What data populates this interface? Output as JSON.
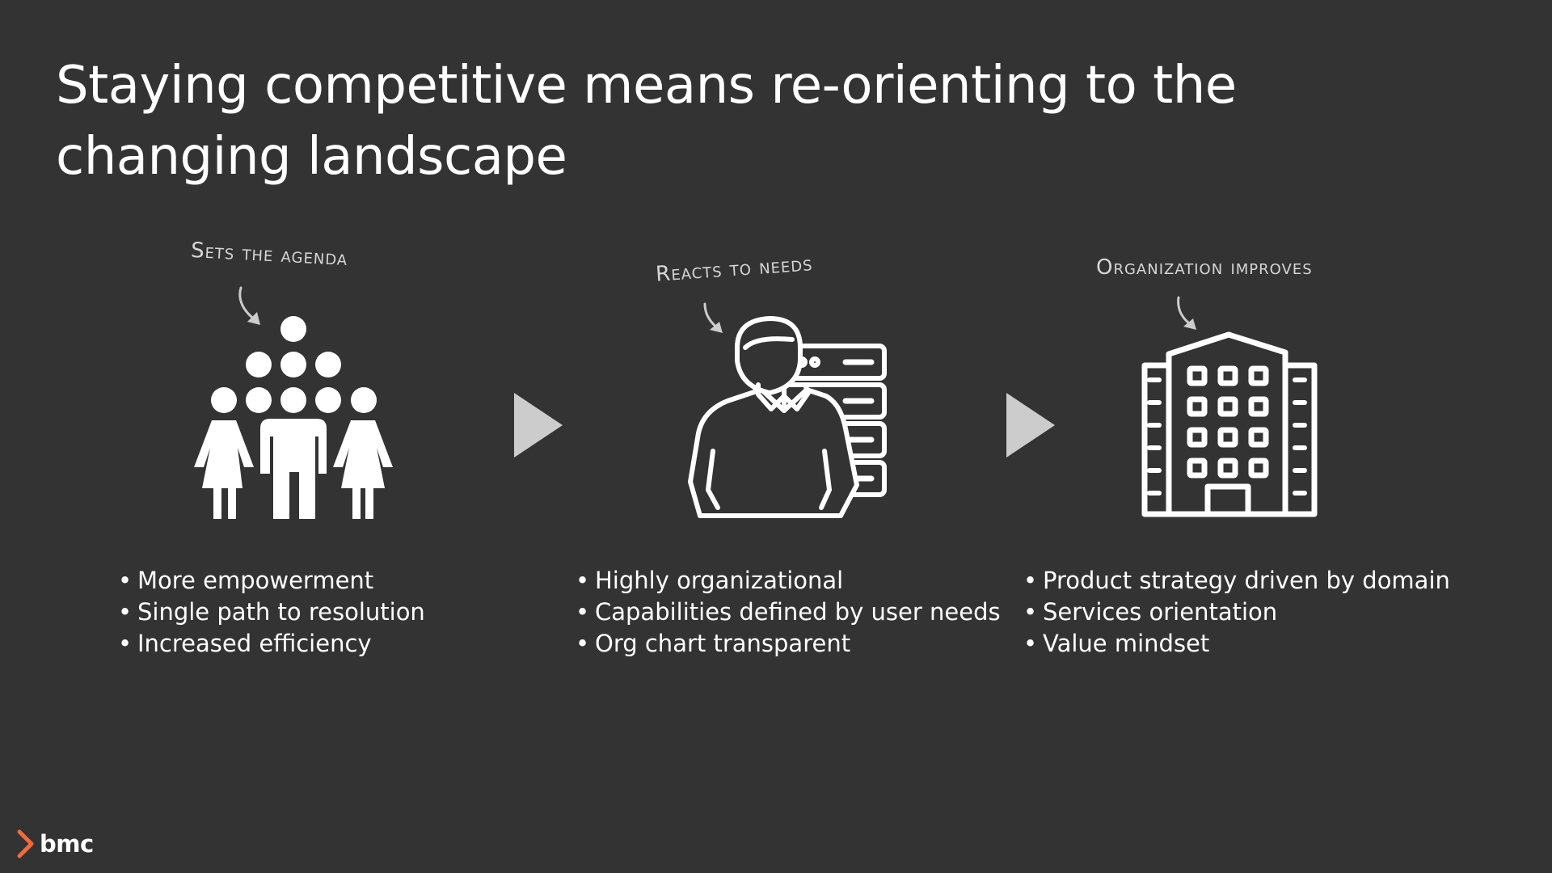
{
  "title": "Staying competitive means re-orienting to the changing landscape",
  "steps": [
    {
      "note": "Sets the agenda",
      "icon": "people-group-icon",
      "bullets": [
        "More empowerment",
        "Single path to resolution",
        "Increased efficiency"
      ]
    },
    {
      "note": "Reacts to needs",
      "icon": "person-with-server-icon",
      "bullets": [
        "Highly organizational",
        "Capabilities defined by user needs",
        "Org chart transparent"
      ]
    },
    {
      "note": "Organization improves",
      "icon": "office-building-icon",
      "bullets": [
        "Product strategy driven by domain",
        "Services orientation",
        "Value mindset"
      ]
    }
  ],
  "logo": {
    "text": "bmc",
    "accent_color": "#f26b3a",
    "icon": "bmc-chevron-icon"
  },
  "colors": {
    "background": "#333333",
    "icon": "#ffffff",
    "step_arrow": "#cccccc",
    "note": "#d6d6d6"
  }
}
